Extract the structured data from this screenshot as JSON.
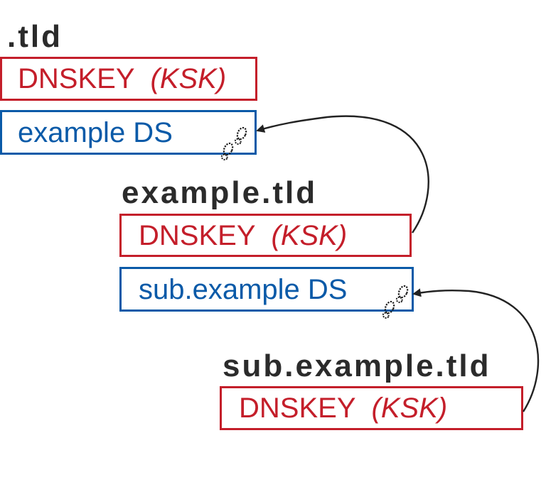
{
  "zones": [
    {
      "name": ".tld",
      "dnskey": {
        "label": "DNSKEY",
        "tag": "(KSK)"
      },
      "ds": {
        "label": "example DS"
      }
    },
    {
      "name": "example.tld",
      "dnskey": {
        "label": "DNSKEY",
        "tag": "(KSK)"
      },
      "ds": {
        "label": "sub.example DS"
      }
    },
    {
      "name": "sub.example.tld",
      "dnskey": {
        "label": "DNSKEY",
        "tag": "(KSK)"
      }
    }
  ],
  "colors": {
    "dnskey": "#c41e2a",
    "ds": "#0a5aa8",
    "title": "#2b2b2b",
    "arrow": "#222222"
  },
  "icons": [
    "footprints-icon",
    "footprints-icon"
  ]
}
